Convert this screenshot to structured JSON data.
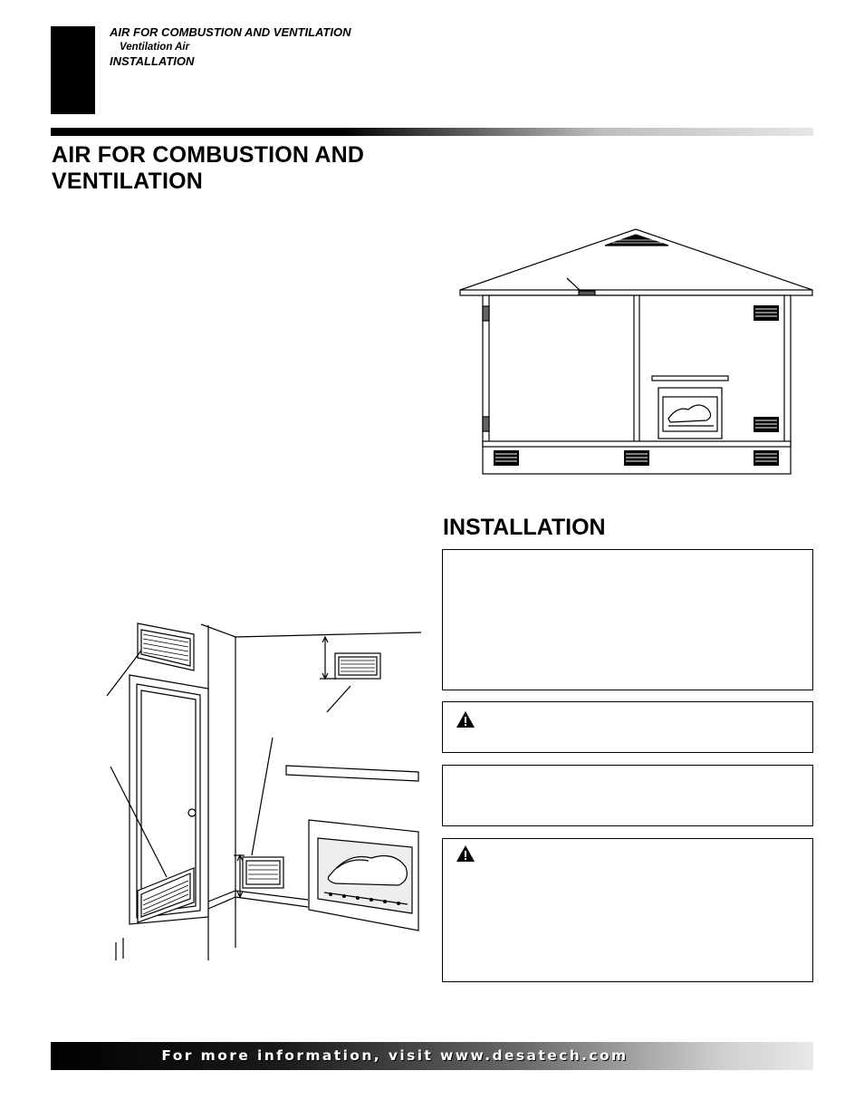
{
  "header": {
    "section": "AIR FOR COMBUSTION AND VENTILATION",
    "subsection": "Ventilation Air",
    "next_section": "INSTALLATION"
  },
  "main": {
    "title": "AIR FOR COMBUSTION AND VENTILATION",
    "installation_heading": "INSTALLATION"
  },
  "footer": {
    "text": "For more information, visit www.desatech.com"
  },
  "icons": {
    "warning": "warning-triangle-icon"
  }
}
